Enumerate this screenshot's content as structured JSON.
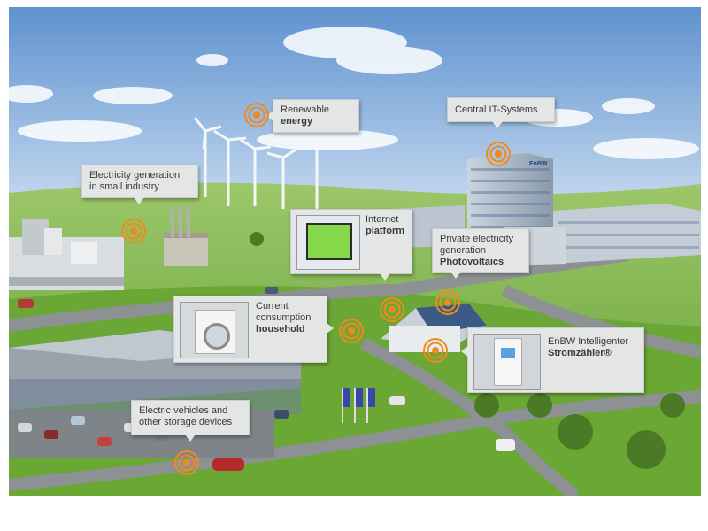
{
  "callouts": {
    "renewable": {
      "line1": "Renewable",
      "line2": "energy"
    },
    "central_it": {
      "line1": "Central IT-Systems"
    },
    "small_industry": {
      "line1": "Electricity generation",
      "line2": "in small industry"
    },
    "internet": {
      "line1": "Internet",
      "line2": "platform"
    },
    "photovoltaics": {
      "line1": "Private electricity",
      "line2": "generation",
      "line3": "Photovoltaics"
    },
    "household": {
      "line1": "Current",
      "line2": "consumption",
      "line3": "household"
    },
    "smart_meter": {
      "line1": "EnBW Intelligenter",
      "line2": "Stromzähler®"
    },
    "vehicles": {
      "line1": "Electric vehicles and",
      "line2": "other storage devices"
    }
  },
  "building_logo": "EnBW",
  "colors": {
    "target": "#f08a1c",
    "callout_bg": "#e4e6e6",
    "sky": "#7fa9d8",
    "grass": "#6fa83a",
    "road": "#8a8d90"
  }
}
